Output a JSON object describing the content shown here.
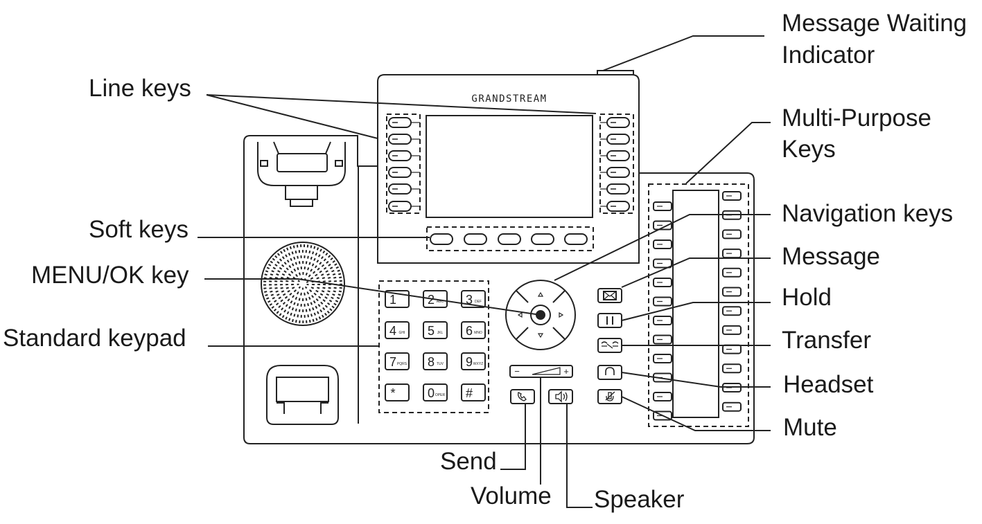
{
  "brand": "GRANDSTREAM",
  "callouts": {
    "message_waiting": [
      "Message Waiting",
      "Indicator"
    ],
    "line_keys": "Line keys",
    "multi_purpose": [
      "Multi-Purpose",
      "Keys"
    ],
    "soft_keys": "Soft keys",
    "navigation_keys": "Navigation keys",
    "menu_ok": "MENU/OK key",
    "message": "Message",
    "hold": "Hold",
    "standard_keypad": "Standard keypad",
    "transfer": "Transfer",
    "headset": "Headset",
    "mute": "Mute",
    "send": "Send",
    "volume": "Volume",
    "speaker": "Speaker"
  },
  "keypad": [
    {
      "digit": "1",
      "letters": ""
    },
    {
      "digit": "2",
      "letters": "ABC"
    },
    {
      "digit": "3",
      "letters": "DEF"
    },
    {
      "digit": "4",
      "letters": "GHI"
    },
    {
      "digit": "5",
      "letters": "JKL"
    },
    {
      "digit": "6",
      "letters": "MNO"
    },
    {
      "digit": "7",
      "letters": "PQRS"
    },
    {
      "digit": "8",
      "letters": "TUV"
    },
    {
      "digit": "9",
      "letters": "WXYZ"
    },
    {
      "digit": "*",
      "letters": ""
    },
    {
      "digit": "0",
      "letters": "OPER"
    },
    {
      "digit": "#",
      "letters": ""
    }
  ],
  "volume_symbols": {
    "minus": "−",
    "plus": "+"
  }
}
